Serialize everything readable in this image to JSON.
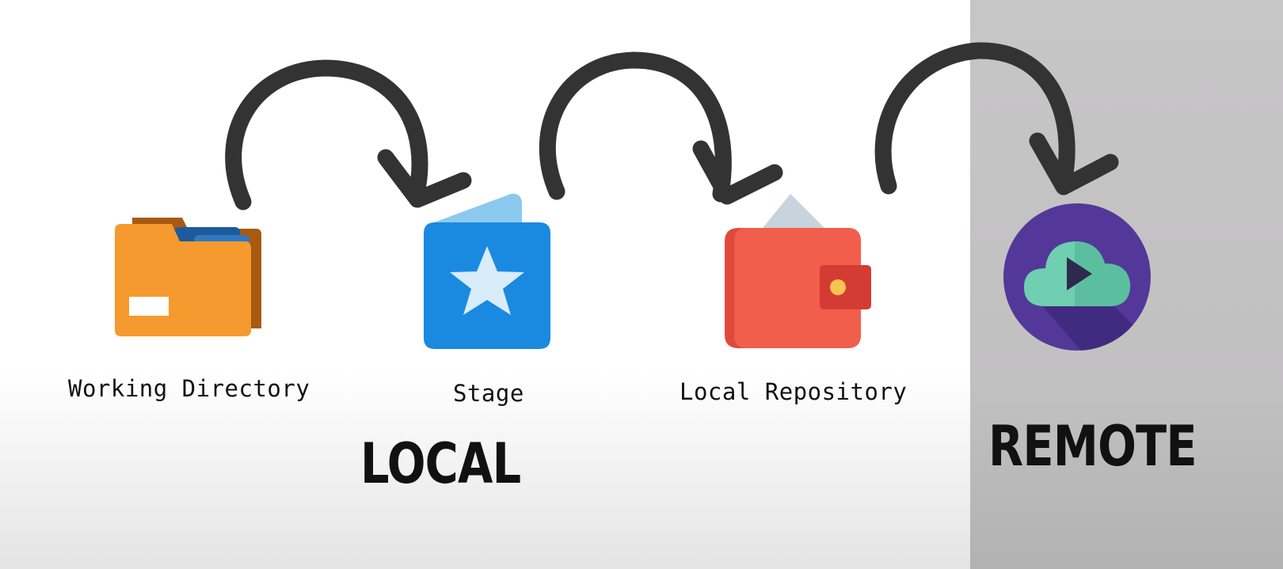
{
  "stages": [
    {
      "label": "Working Directory",
      "icon": "folder-icon"
    },
    {
      "label": "Stage",
      "icon": "star-book-icon"
    },
    {
      "label": "Local Repository",
      "icon": "wallet-icon"
    },
    {
      "icon": "cloud-play-icon"
    }
  ],
  "groups": {
    "local": "LOCAL",
    "remote": "REMOTE"
  },
  "colors": {
    "arrow": "#333333",
    "folder": "#f59a2e",
    "stage": "#1a8ae0",
    "wallet": "#f0584a",
    "remote_circle": "#533899",
    "cloud": "#6fcfb0",
    "remote_panel": "#c4c3c4"
  }
}
